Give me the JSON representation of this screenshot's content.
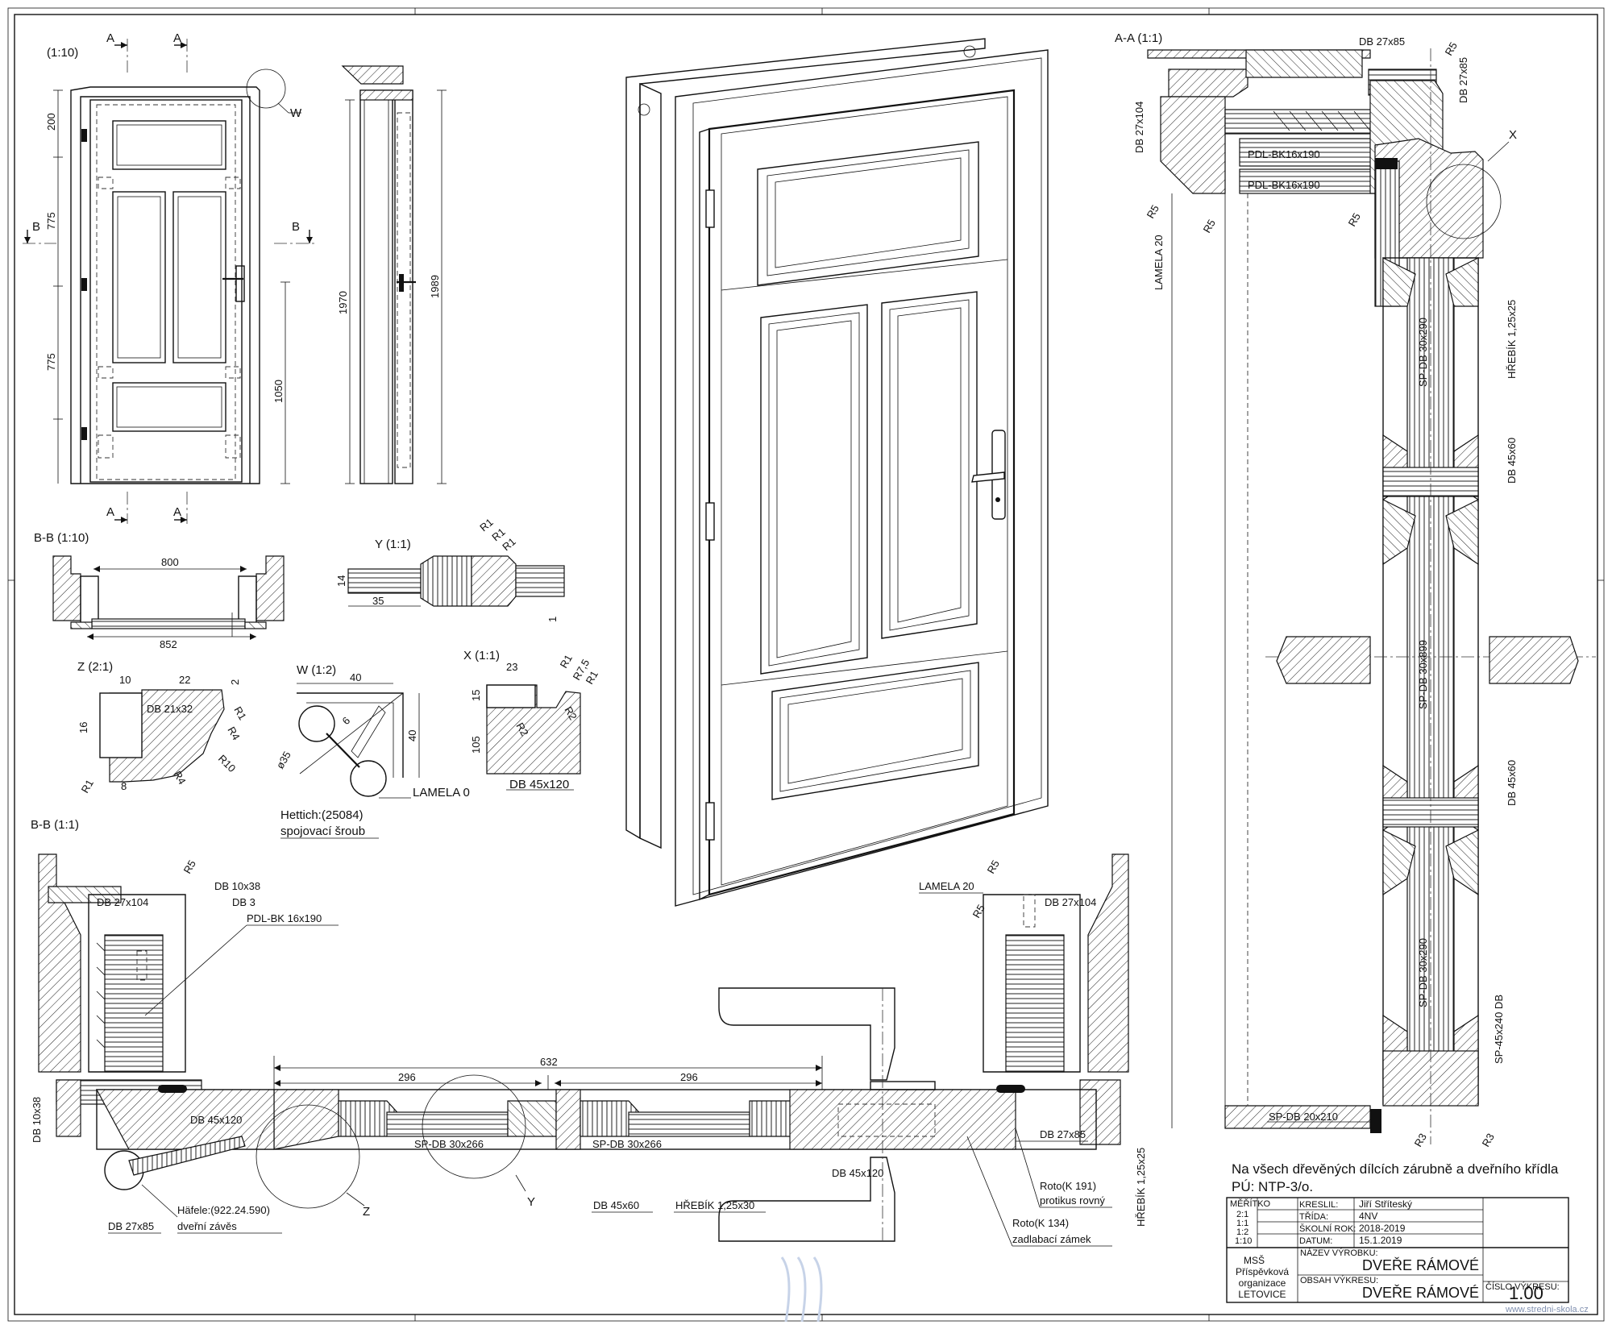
{
  "views": {
    "front": {
      "scale": "(1:10)",
      "section_a": "A",
      "section_b": "B",
      "detail_w": "W",
      "dims": [
        "200",
        "775",
        "775",
        "1050",
        "1970",
        "1989"
      ]
    },
    "bb_small": {
      "title": "B-B (1:10)",
      "dims": [
        "800",
        "852"
      ]
    },
    "y_detail": {
      "title": "Y (1:1)",
      "dims": [
        "14",
        "35",
        "1"
      ],
      "radii": [
        "R1",
        "R1",
        "R1"
      ]
    },
    "z_detail": {
      "title": "Z (2:1)",
      "dims": [
        "10",
        "22",
        "2",
        "16",
        "8"
      ],
      "labels": [
        "DB 21x32",
        "R1",
        "R4",
        "R10",
        "R4",
        "R1"
      ]
    },
    "w_detail": {
      "title": "W (1:2)",
      "dims": [
        "40",
        "40",
        "6",
        "ø35"
      ],
      "labels": [
        "LAMELA 0",
        "Hettich:(25084)",
        "spojovací šroub"
      ]
    },
    "x_detail": {
      "title": "X (1:1)",
      "dims": [
        "23",
        "15",
        "105"
      ],
      "labels": [
        "R1",
        "R7,5",
        "R1",
        "R2",
        "R2",
        "DB 45x120"
      ]
    },
    "aa": {
      "title": "A-A (1:1)",
      "labels": [
        "DB 27x85",
        "R5",
        "DB 27x85",
        "DB 27x104",
        "PDL-BK16x190",
        "PDL-BK16x190",
        "R5",
        "R5",
        "LAMELA 20",
        "R5",
        "X",
        "HŘEBÍK 1,25x25",
        "SP-DB 30x290",
        "DB 45x60",
        "SP-DB 30x899",
        "DB 45x60",
        "SP-DB 30x290",
        "SP-45x240 DB",
        "SP-DB 20x210",
        "R3",
        "R3"
      ]
    },
    "bb_large": {
      "title": "B-B (1:1)",
      "labels": [
        "R5",
        "DB 10x38",
        "DB 27x104",
        "DB 3",
        "PDL-BK 16x190",
        "LAMELA 20",
        "R5",
        "DB 27x104",
        "R5",
        "DB 10x38",
        "DB 45x120",
        "SP-DB 30x266",
        "SP-DB 30x266",
        "DB 27x85",
        "DB 45x120",
        "Z",
        "Y",
        "DB 45x60",
        "HŘEBÍK 1,25x30",
        "Roto(K 191)",
        "protikus rovný",
        "Roto(K 134)",
        "zadlabací zámek",
        "HŘEBÍK 1,25x25",
        "DB 27x85",
        "Häfele:(922.24.590)",
        "dveřní závěs"
      ],
      "dims": [
        "632",
        "296",
        "296"
      ]
    }
  },
  "note": {
    "line1": "Na všech dřevěných dílcích zárubně a dveřního křídla",
    "line2": "PÚ: NTP-3/o."
  },
  "title_block": {
    "scale_label": "MĚŘÍTKO",
    "scales": [
      "2:1",
      "1:1",
      "1:2",
      "1:10"
    ],
    "rows": [
      {
        "key": "KRESLIL:",
        "value": "Jiří Stříteský"
      },
      {
        "key": "TŘÍDA:",
        "value": "4NV"
      },
      {
        "key": "ŠKOLNÍ ROK:",
        "value": "2018-2019"
      },
      {
        "key": "DATUM:",
        "value": "15.1.2019"
      }
    ],
    "school": [
      "MSŠ",
      "Příspěvková",
      "organizace",
      "LETOVICE"
    ],
    "product_label": "NÁZEV VÝROBKU:",
    "product": "DVEŘE RÁMOVÉ",
    "content_label": "OBSAH VÝKRESU:",
    "content": "DVEŘE RÁMOVÉ",
    "drawing_no_label": "ČÍSLO VÝKRESU:",
    "drawing_no": "1.00"
  },
  "watermark": "www.stredni-skola.cz"
}
